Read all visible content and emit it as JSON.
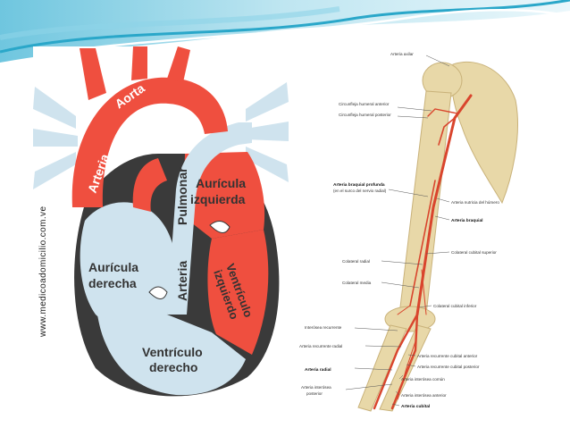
{
  "colors": {
    "artery_red": "#ef4f3f",
    "vein_blue": "#cfe3ee",
    "muscle_dark": "#3a3a3a",
    "bone": "#e8d8a8",
    "artery_line": "#d9452d",
    "header_teal": "#2aa7c9"
  },
  "heart": {
    "watermark": "www.medicoadomicilio.com.ve",
    "labels": {
      "aorta": "Aorta",
      "arteria": "Arteria",
      "pulmonar": "Pulmonar",
      "auricula_izq_1": "Aurícula",
      "auricula_izq_2": "izquierda",
      "auricula_der_1": "Aurícula",
      "auricula_der_2": "derecha",
      "ventriculo_izq_1": "Ventrículo",
      "ventriculo_izq_2": "izquierdo",
      "ventriculo_der_1": "Ventrículo",
      "ventriculo_der_2": "derecho"
    }
  },
  "arm": {
    "labels": {
      "arteria_axilar": "Arteria axilar",
      "circunflexa_anterior": "Circunfleja humeral anterior",
      "circunflexa_posterior": "Circunfleja humeral posterior",
      "braquial_profunda_1": "Arteria braquial profunda",
      "braquial_profunda_2": "(en el surco del nervio radial)",
      "nutricia_humero": "Arteria nutricia del húmero",
      "arteria_braquial": "Arteria braquial",
      "colateral_radial": "Colateral radial",
      "colateral_cubital_superior": "Colateral cubital superior",
      "colateral_media": "Colateral media",
      "colateral_cubital_inferior": "Colateral cubital inferior",
      "interosea_recurrente": "Interósea recurrente",
      "arteria_recurrente_radial": "Arteria recurrente radial",
      "recurrente_cubital_anterior": "Arteria recurrente cubital anterior",
      "recurrente_cubital_posterior": "Arteria recurrente cubital posterior",
      "arteria_radial": "Arteria radial",
      "interosea_comun": "Arteria interósea común",
      "interosea_posterior_1": "Arteria interósea",
      "interosea_posterior_2": "posterior",
      "interosea_anterior": "Arteria interósea anterior",
      "arteria_cubital": "Arteria cubital"
    }
  }
}
